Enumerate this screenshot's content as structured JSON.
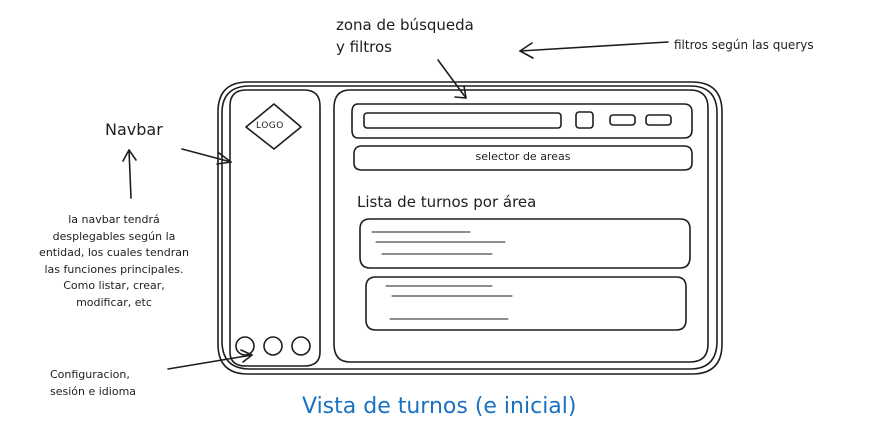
{
  "annotations": {
    "search_zone_line1": "zona de búsqueda",
    "search_zone_line2": "y filtros",
    "filters": "filtros según las querys",
    "navbar": "Navbar",
    "navbar_note_lines": [
      "la navbar tendrá",
      "desplegables según la",
      "entidad, los cuales tendran",
      "las funciones principales.",
      "Como listar, crear,",
      "modificar, etc"
    ],
    "settings_lines": [
      "Configuracion,",
      "sesión e idioma"
    ]
  },
  "mockup": {
    "logo": "LOGO",
    "area_selector": "selector de areas",
    "list_heading": "Lista de turnos por área"
  },
  "caption": "Vista de turnos (e inicial)",
  "colors": {
    "ink": "#1e1e1e",
    "caption": "#1971c2",
    "background": "#ffffff"
  }
}
